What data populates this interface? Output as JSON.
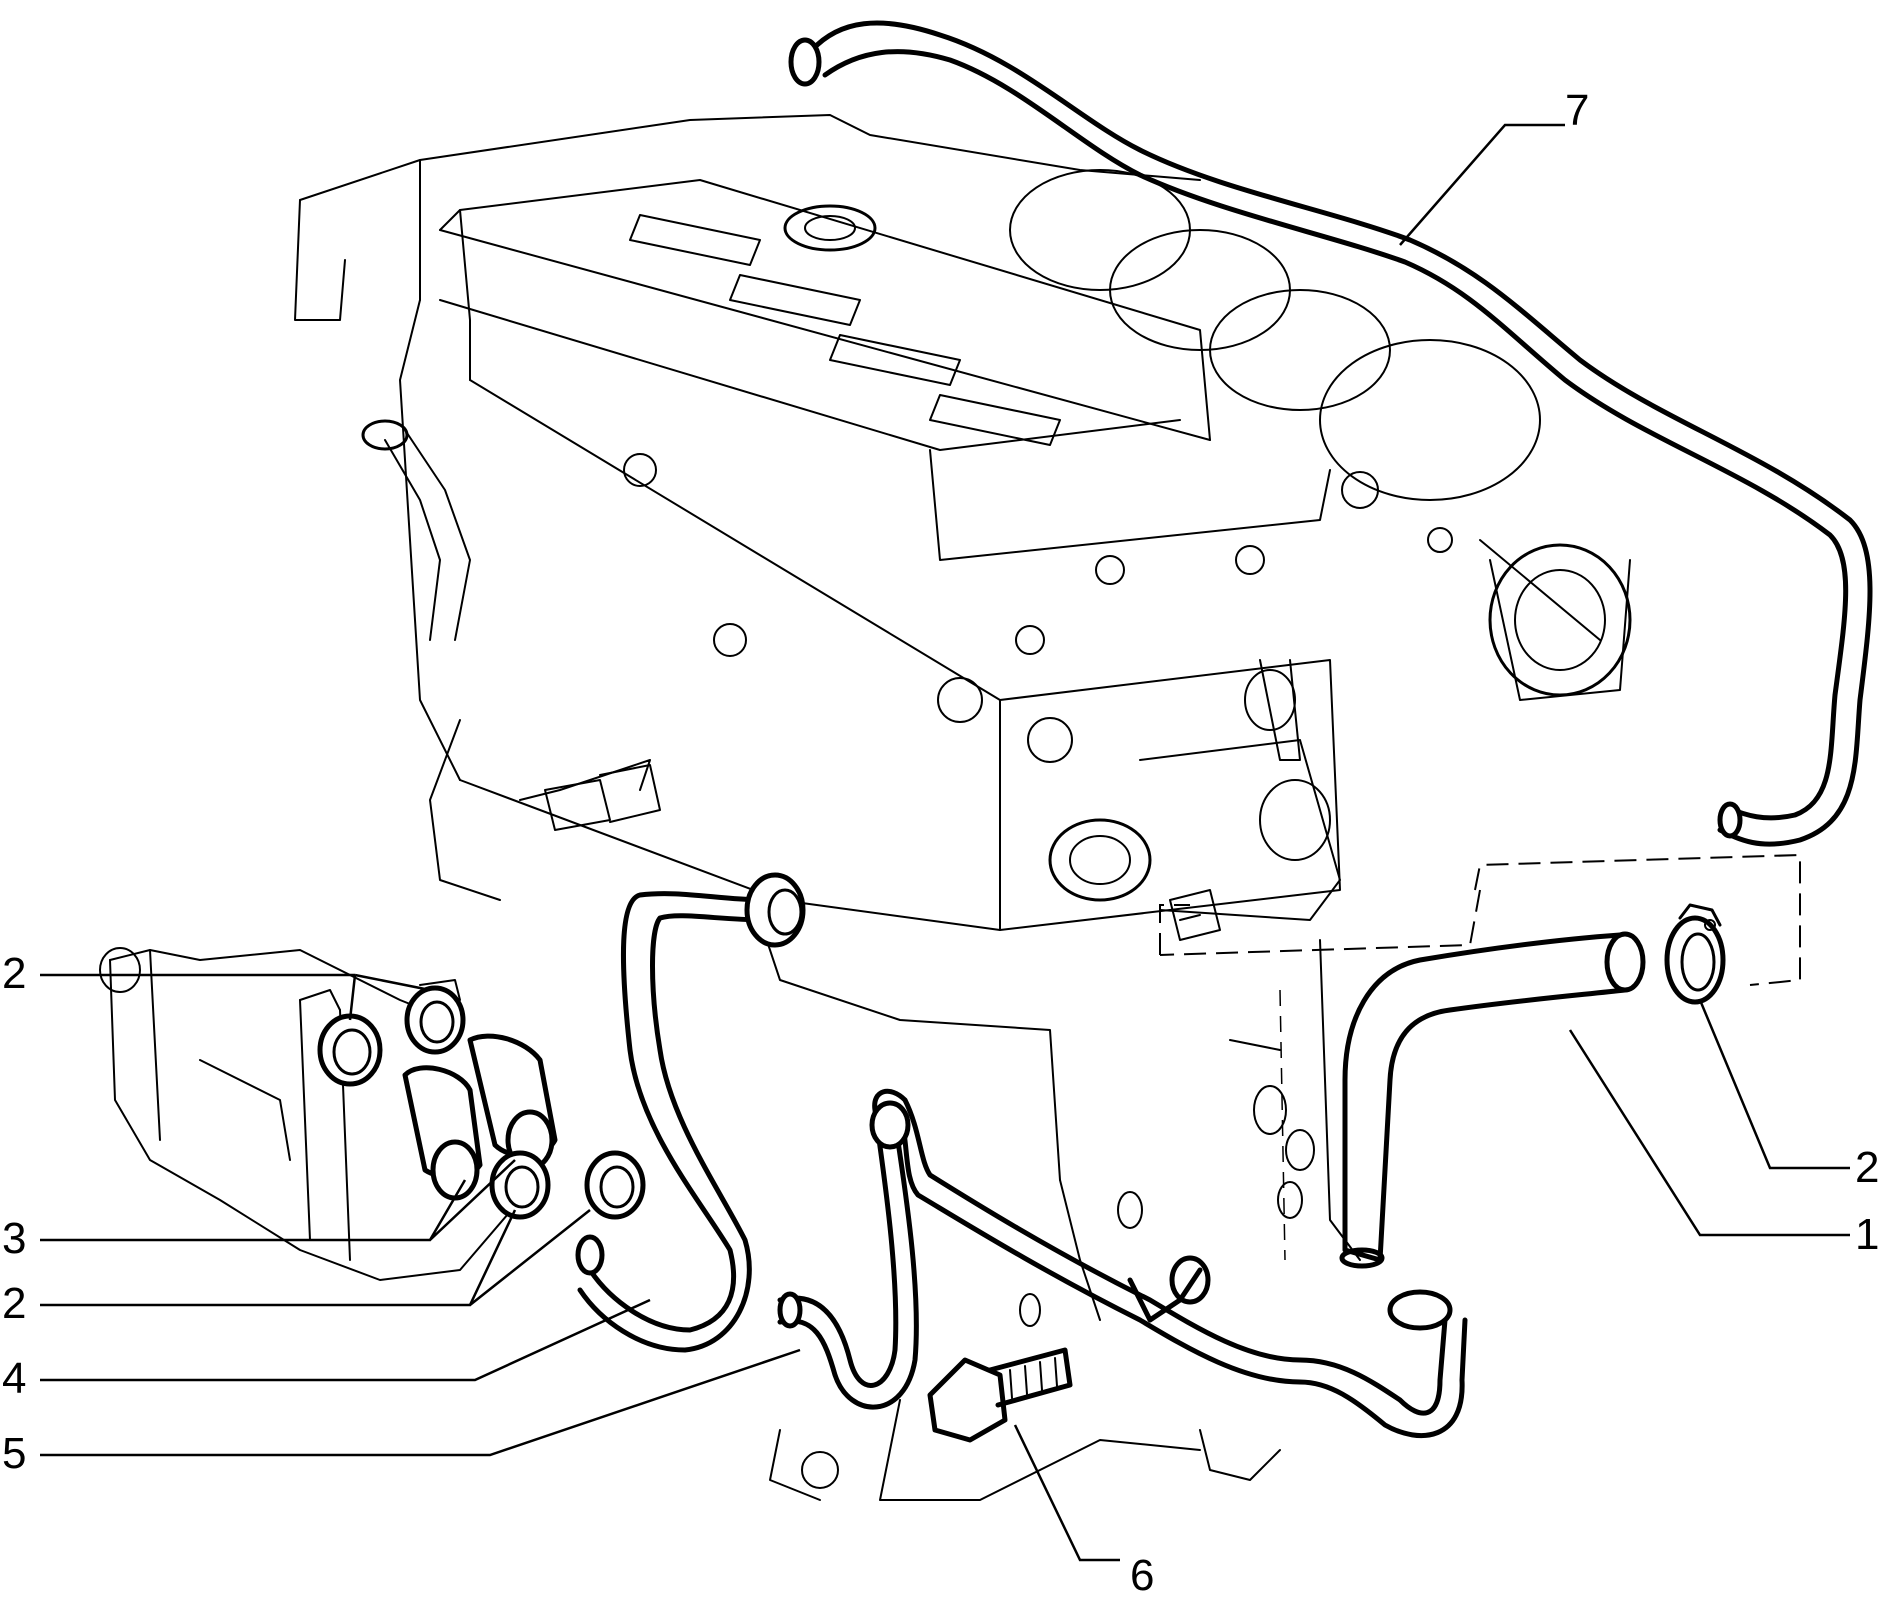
{
  "diagram": {
    "callouts": [
      {
        "id": "7",
        "label": "7"
      },
      {
        "id": "2-left-top",
        "label": "2"
      },
      {
        "id": "3",
        "label": "3"
      },
      {
        "id": "2-left-bottom",
        "label": "2"
      },
      {
        "id": "4",
        "label": "4"
      },
      {
        "id": "5",
        "label": "5"
      },
      {
        "id": "2-right",
        "label": "2"
      },
      {
        "id": "1",
        "label": "1"
      },
      {
        "id": "6",
        "label": "6"
      }
    ]
  }
}
